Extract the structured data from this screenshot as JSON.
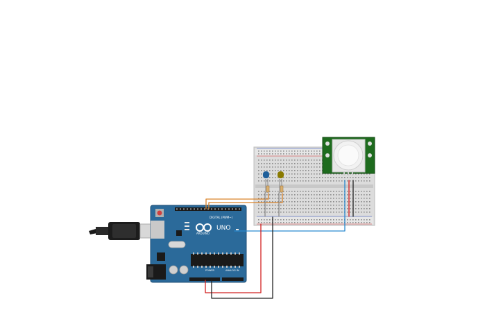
{
  "board": {
    "brand_label": "UNO",
    "maker_label": "ARDUINO",
    "digital_header_label": "DIGITAL (PWM~)",
    "power_header_label": "POWER",
    "analog_header_label": "ANALOG IN",
    "color": "#2b6a9a"
  },
  "sensor": {
    "color": "#1e6b1e",
    "dome_color": "#f2f2f2"
  },
  "leds": [
    {
      "name": "blue-led",
      "color": "#1f5f9a"
    },
    {
      "name": "yellow-led",
      "color": "#8a7a00"
    }
  ],
  "wires": {
    "orange": "#d9832a",
    "blue": "#2a8ad0",
    "red": "#d22020",
    "black": "#222222",
    "gray": "#8a8a8a"
  }
}
